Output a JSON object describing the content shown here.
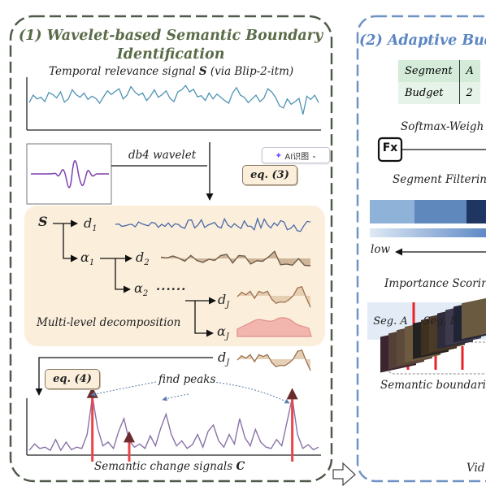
{
  "panel1": {
    "title_line1": "(1) Wavelet-based Semantic Boundary",
    "title_line2": "Identification",
    "signal_label_prefix": "Temporal relevance signal ",
    "signal_label_symbol": "S",
    "signal_label_suffix": " (via Blip-2-itm)",
    "wavelet_label": "db4 wavelet",
    "eq3": "eq. (3)",
    "tree": {
      "root": "S",
      "d1": "d",
      "d1_sub": "1",
      "a1": "α",
      "a1_sub": "1",
      "d2": "d",
      "d2_sub": "2",
      "a2": "α",
      "a2_sub": "2",
      "dots": "......",
      "dJ": "d",
      "dJ_sub": "J",
      "aJ": "α",
      "aJ_sub": "J"
    },
    "multilevel_label": "Multi-level decomposition",
    "dJ_out": "d",
    "dJ_out_sub": "J",
    "eq4": "eq. (4)",
    "find_peaks": "find peaks",
    "change_label_prefix": "Semantic change signals ",
    "change_label_symbol": "C"
  },
  "ai_badge": {
    "text": "AI识图",
    "icon": "ai-sparkle-icon"
  },
  "panel2": {
    "title": "(2) Adaptive Bud",
    "table": [
      [
        "Segment",
        "A"
      ],
      [
        "Budget",
        "2"
      ]
    ],
    "softmax_label": "Softmax-Weigh",
    "fx_label": "Fx",
    "filtering_label": "Segment Filtering",
    "low_label": "low",
    "importance_label": "Importance Scorir",
    "segments": [
      "Seg. A",
      "Seg. B"
    ],
    "boundaries_label": "Semantic boundari",
    "video_label": "Vid"
  },
  "colors": {
    "panel1_border": "#4f5a4a",
    "panel2_border": "#6f93c4",
    "title_green": "#5a6b48",
    "title_blue": "#5b86c2",
    "signal_blue": "#4e93b5",
    "decomp_bg": "#fbeedb",
    "d1_blue": "#4a6aa8",
    "detail_brown": "#6e5a4a",
    "fill_tan": "#c7ab8c",
    "approx_red": "#f2b6ae",
    "change_purple": "#8a72a8",
    "peak_red": "#e8454a",
    "peak_dark": "#6a2c2c"
  },
  "chart_data": [
    {
      "type": "line",
      "title": "Temporal relevance signal S (via Blip-2-itm)",
      "series": [
        {
          "name": "S",
          "values": [
            0.48,
            0.62,
            0.55,
            0.58,
            0.5,
            0.67,
            0.63,
            0.57,
            0.68,
            0.49,
            0.55,
            0.72,
            0.63,
            0.58,
            0.66,
            0.54,
            0.6,
            0.56,
            0.47,
            0.59,
            0.7,
            0.63,
            0.69,
            0.74,
            0.55,
            0.62,
            0.78,
            0.68,
            0.62,
            0.66,
            0.52,
            0.6,
            0.72,
            0.58,
            0.63,
            0.7,
            0.56,
            0.5,
            0.68,
            0.72,
            0.8,
            0.68,
            0.73,
            0.59,
            0.61,
            0.52,
            0.66,
            0.55,
            0.64,
            0.58,
            0.52,
            0.47,
            0.66,
            0.76,
            0.62,
            0.58,
            0.48,
            0.55,
            0.62,
            0.5,
            0.56,
            0.74,
            0.68,
            0.58,
            0.42,
            0.38,
            0.55,
            0.45,
            0.5,
            0.56,
            0.26,
            0.6,
            0.54,
            0.62,
            0.48
          ]
        }
      ]
    },
    {
      "type": "line",
      "title": "Semantic change signals C",
      "series": [
        {
          "name": "C",
          "values": [
            0.05,
            0.15,
            0.08,
            0.1,
            0.05,
            0.22,
            0.05,
            0.18,
            0.06,
            0.1,
            0.08,
            0.3,
            0.9,
            0.4,
            0.12,
            0.18,
            0.08,
            0.35,
            0.55,
            0.2,
            0.1,
            0.15,
            0.08,
            0.28,
            0.12,
            0.4,
            0.62,
            0.3,
            0.12,
            0.2,
            0.08,
            0.14,
            0.3,
            0.1,
            0.35,
            0.45,
            0.2,
            0.1,
            0.3,
            0.15,
            0.55,
            0.25,
            0.12,
            0.38,
            0.18,
            0.1,
            0.08,
            0.22,
            0.12,
            0.5,
            0.88,
            0.3,
            0.08,
            0.14,
            0.06,
            0.1
          ]
        }
      ],
      "peaks": [
        12,
        19,
        50
      ]
    }
  ]
}
